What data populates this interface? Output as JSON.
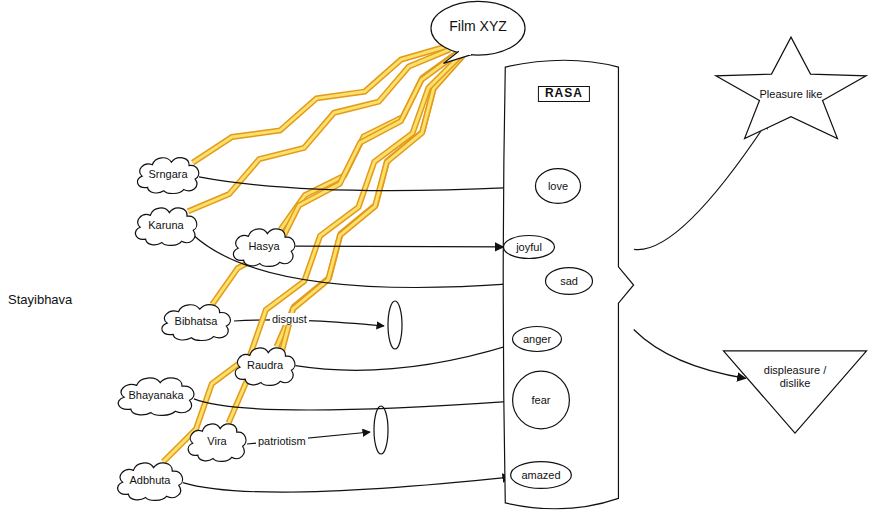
{
  "diagram": {
    "nodes": [
      {
        "text": [
          "Film XYZ"
        ]
      },
      {
        "text": [
          "Srngara"
        ]
      },
      {
        "text": [
          "Karuna"
        ]
      },
      {
        "text": [
          "Hasya"
        ]
      },
      {
        "text": [
          "Bibhatsa"
        ]
      },
      {
        "text": [
          "Raudra"
        ]
      },
      {
        "text": [
          "Bhayanaka"
        ]
      },
      {
        "text": [
          "Vira"
        ]
      },
      {
        "text": [
          "Adbhuta"
        ]
      },
      {
        "text": [
          "RASA"
        ]
      },
      {
        "text": [
          "love"
        ],
        "in": 9
      },
      {
        "text": [
          "joyful"
        ],
        "in": 9
      },
      {
        "text": [
          "sad"
        ],
        "in": 9
      },
      {
        "text": [
          "anger"
        ],
        "in": 9
      },
      {
        "text": [
          "fear"
        ],
        "in": 9
      },
      {
        "text": [
          "amazed"
        ],
        "in": 9
      },
      {
        "text": [
          "Pleasure like"
        ]
      },
      {
        "text": [
          "displeasure / dislike"
        ]
      }
    ],
    "edges": [
      {
        "from": 0,
        "to": 1,
        "arrow": "none"
      },
      {
        "from": 0,
        "to": 2,
        "arrow": "none"
      },
      {
        "from": 0,
        "to": 3,
        "arrow": "none"
      },
      {
        "from": 0,
        "to": 4,
        "arrow": "none"
      },
      {
        "from": 0,
        "to": 5,
        "arrow": "none"
      },
      {
        "from": 0,
        "to": 7,
        "arrow": "none"
      },
      {
        "from": 0,
        "to": 8,
        "arrow": "none"
      },
      {
        "from": 1,
        "to": 10,
        "arrow": "to"
      },
      {
        "from": 3,
        "to": 11,
        "arrow": "to"
      },
      {
        "from": 2,
        "to": 12,
        "arrow": "to"
      },
      {
        "from": 5,
        "to": 13,
        "arrow": "to"
      },
      {
        "from": 6,
        "to": 14,
        "arrow": "to"
      },
      {
        "from": 8,
        "to": 15,
        "arrow": "to"
      },
      {
        "from": 9,
        "to": 16,
        "arrow": "to"
      },
      {
        "from": 9,
        "to": 17,
        "arrow": "to"
      }
    ],
    "labels": [
      "Stayibhava",
      "disgust",
      "patriotism"
    ]
  }
}
